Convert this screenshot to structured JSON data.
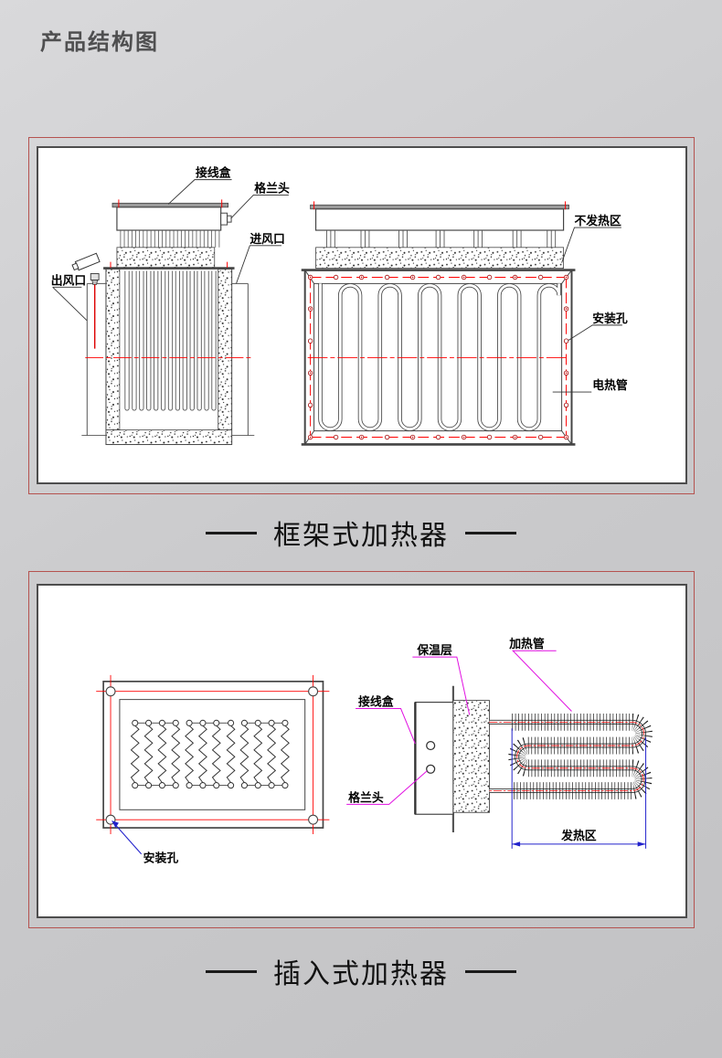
{
  "page_title": "产品结构图",
  "sections": [
    {
      "caption": "框架式加热器",
      "labels": {
        "junction_box": "接线盒",
        "gland_head": "格兰头",
        "air_inlet": "进风口",
        "air_outlet": "出风口",
        "non_heating_zone": "不发热区",
        "mounting_hole": "安装孔",
        "heating_tube": "电热管"
      }
    },
    {
      "caption": "插入式加热器",
      "labels": {
        "insulation_layer": "保温层",
        "heating_tube": "加热管",
        "junction_box": "接线盒",
        "gland_head": "格兰头",
        "mounting_hole": "安装孔",
        "heating_zone": "发热区"
      }
    }
  ],
  "colors": {
    "centerline_red": "#ff0000",
    "leader_magenta": "#e10ee1",
    "dimension_blue": "#2222cc",
    "outer_frame_red": "#b5524f",
    "background_gray": "#c9c9cb"
  }
}
